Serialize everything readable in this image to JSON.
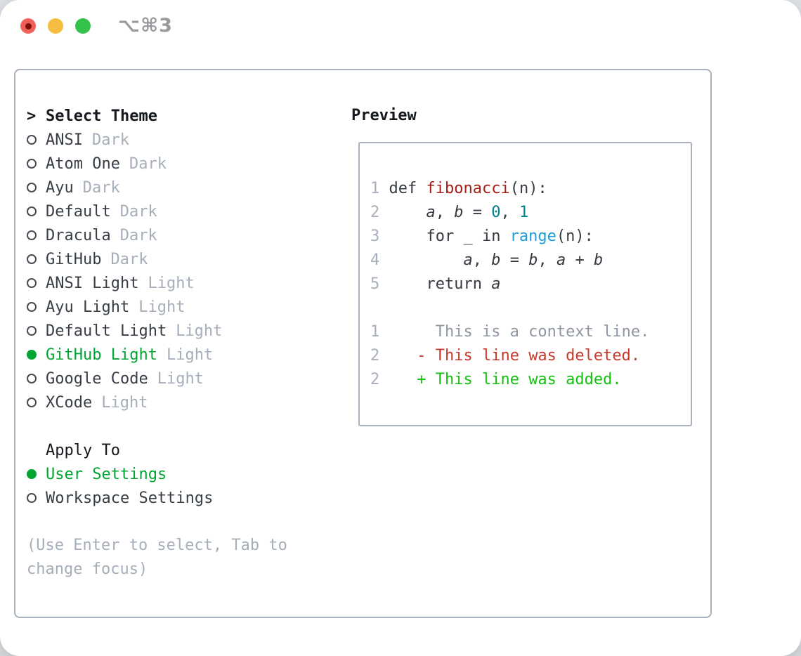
{
  "titlebar": {
    "shortcut": "⌥⌘3"
  },
  "accents": {
    "selected_green": "#00a532",
    "added_green": "#12c10e",
    "deleted_red": "#c8382a",
    "function_red": "#a61d15",
    "number_teal": "#00808a",
    "builtin_blue": "#1e9ed9",
    "muted_gray": "#a5aeb9",
    "border_gray": "#a9b1bc"
  },
  "left": {
    "header": {
      "prefix": ">",
      "label": "Select Theme"
    },
    "themes": [
      {
        "name": "ANSI",
        "badge": "Dark",
        "selected": false
      },
      {
        "name": "Atom One",
        "badge": "Dark",
        "selected": false
      },
      {
        "name": "Ayu",
        "badge": "Dark",
        "selected": false
      },
      {
        "name": "Default",
        "badge": "Dark",
        "selected": false
      },
      {
        "name": "Dracula",
        "badge": "Dark",
        "selected": false
      },
      {
        "name": "GitHub",
        "badge": "Dark",
        "selected": false
      },
      {
        "name": "ANSI Light",
        "badge": "Light",
        "selected": false
      },
      {
        "name": "Ayu Light",
        "badge": "Light",
        "selected": false
      },
      {
        "name": "Default Light",
        "badge": "Light",
        "selected": false
      },
      {
        "name": "GitHub Light",
        "badge": "Light",
        "selected": true
      },
      {
        "name": "Google Code",
        "badge": "Light",
        "selected": false
      },
      {
        "name": "XCode",
        "badge": "Light",
        "selected": false
      }
    ],
    "apply_header": "Apply To",
    "apply_options": [
      {
        "label": "User Settings",
        "selected": true
      },
      {
        "label": "Workspace Settings",
        "selected": false
      }
    ],
    "hint": "(Use Enter to select, Tab to change focus)"
  },
  "preview": {
    "title": "Preview",
    "lines": [
      {
        "num": "1",
        "tokens": [
          {
            "t": "def ",
            "c": "plain"
          },
          {
            "t": "fibonacci",
            "c": "func"
          },
          {
            "t": "(n):",
            "c": "plain"
          }
        ]
      },
      {
        "num": "2",
        "tokens": [
          {
            "t": "    ",
            "c": "plain"
          },
          {
            "t": "a",
            "c": "var"
          },
          {
            "t": ", ",
            "c": "plain"
          },
          {
            "t": "b",
            "c": "var"
          },
          {
            "t": " = ",
            "c": "plain"
          },
          {
            "t": "0",
            "c": "num"
          },
          {
            "t": ", ",
            "c": "plain"
          },
          {
            "t": "1",
            "c": "num"
          }
        ]
      },
      {
        "num": "3",
        "tokens": [
          {
            "t": "    for _ in ",
            "c": "plain"
          },
          {
            "t": "range",
            "c": "builtin"
          },
          {
            "t": "(n):",
            "c": "plain"
          }
        ]
      },
      {
        "num": "4",
        "tokens": [
          {
            "t": "        ",
            "c": "plain"
          },
          {
            "t": "a",
            "c": "var"
          },
          {
            "t": ", ",
            "c": "plain"
          },
          {
            "t": "b",
            "c": "var"
          },
          {
            "t": " = ",
            "c": "plain"
          },
          {
            "t": "b",
            "c": "var"
          },
          {
            "t": ", ",
            "c": "plain"
          },
          {
            "t": "a",
            "c": "var"
          },
          {
            "t": " + ",
            "c": "plain"
          },
          {
            "t": "b",
            "c": "var"
          }
        ]
      },
      {
        "num": "5",
        "tokens": [
          {
            "t": "    return ",
            "c": "plain"
          },
          {
            "t": "a",
            "c": "var"
          }
        ]
      },
      {
        "num": "",
        "tokens": []
      },
      {
        "num": "1",
        "tokens": [
          {
            "t": "     This is a context line.",
            "c": "context"
          }
        ]
      },
      {
        "num": "2",
        "tokens": [
          {
            "t": "   ",
            "c": "plain"
          },
          {
            "t": "- This line was deleted.",
            "c": "deleted"
          }
        ]
      },
      {
        "num": "2",
        "tokens": [
          {
            "t": "   ",
            "c": "plain"
          },
          {
            "t": "+ This line was added.",
            "c": "added"
          }
        ]
      }
    ]
  }
}
